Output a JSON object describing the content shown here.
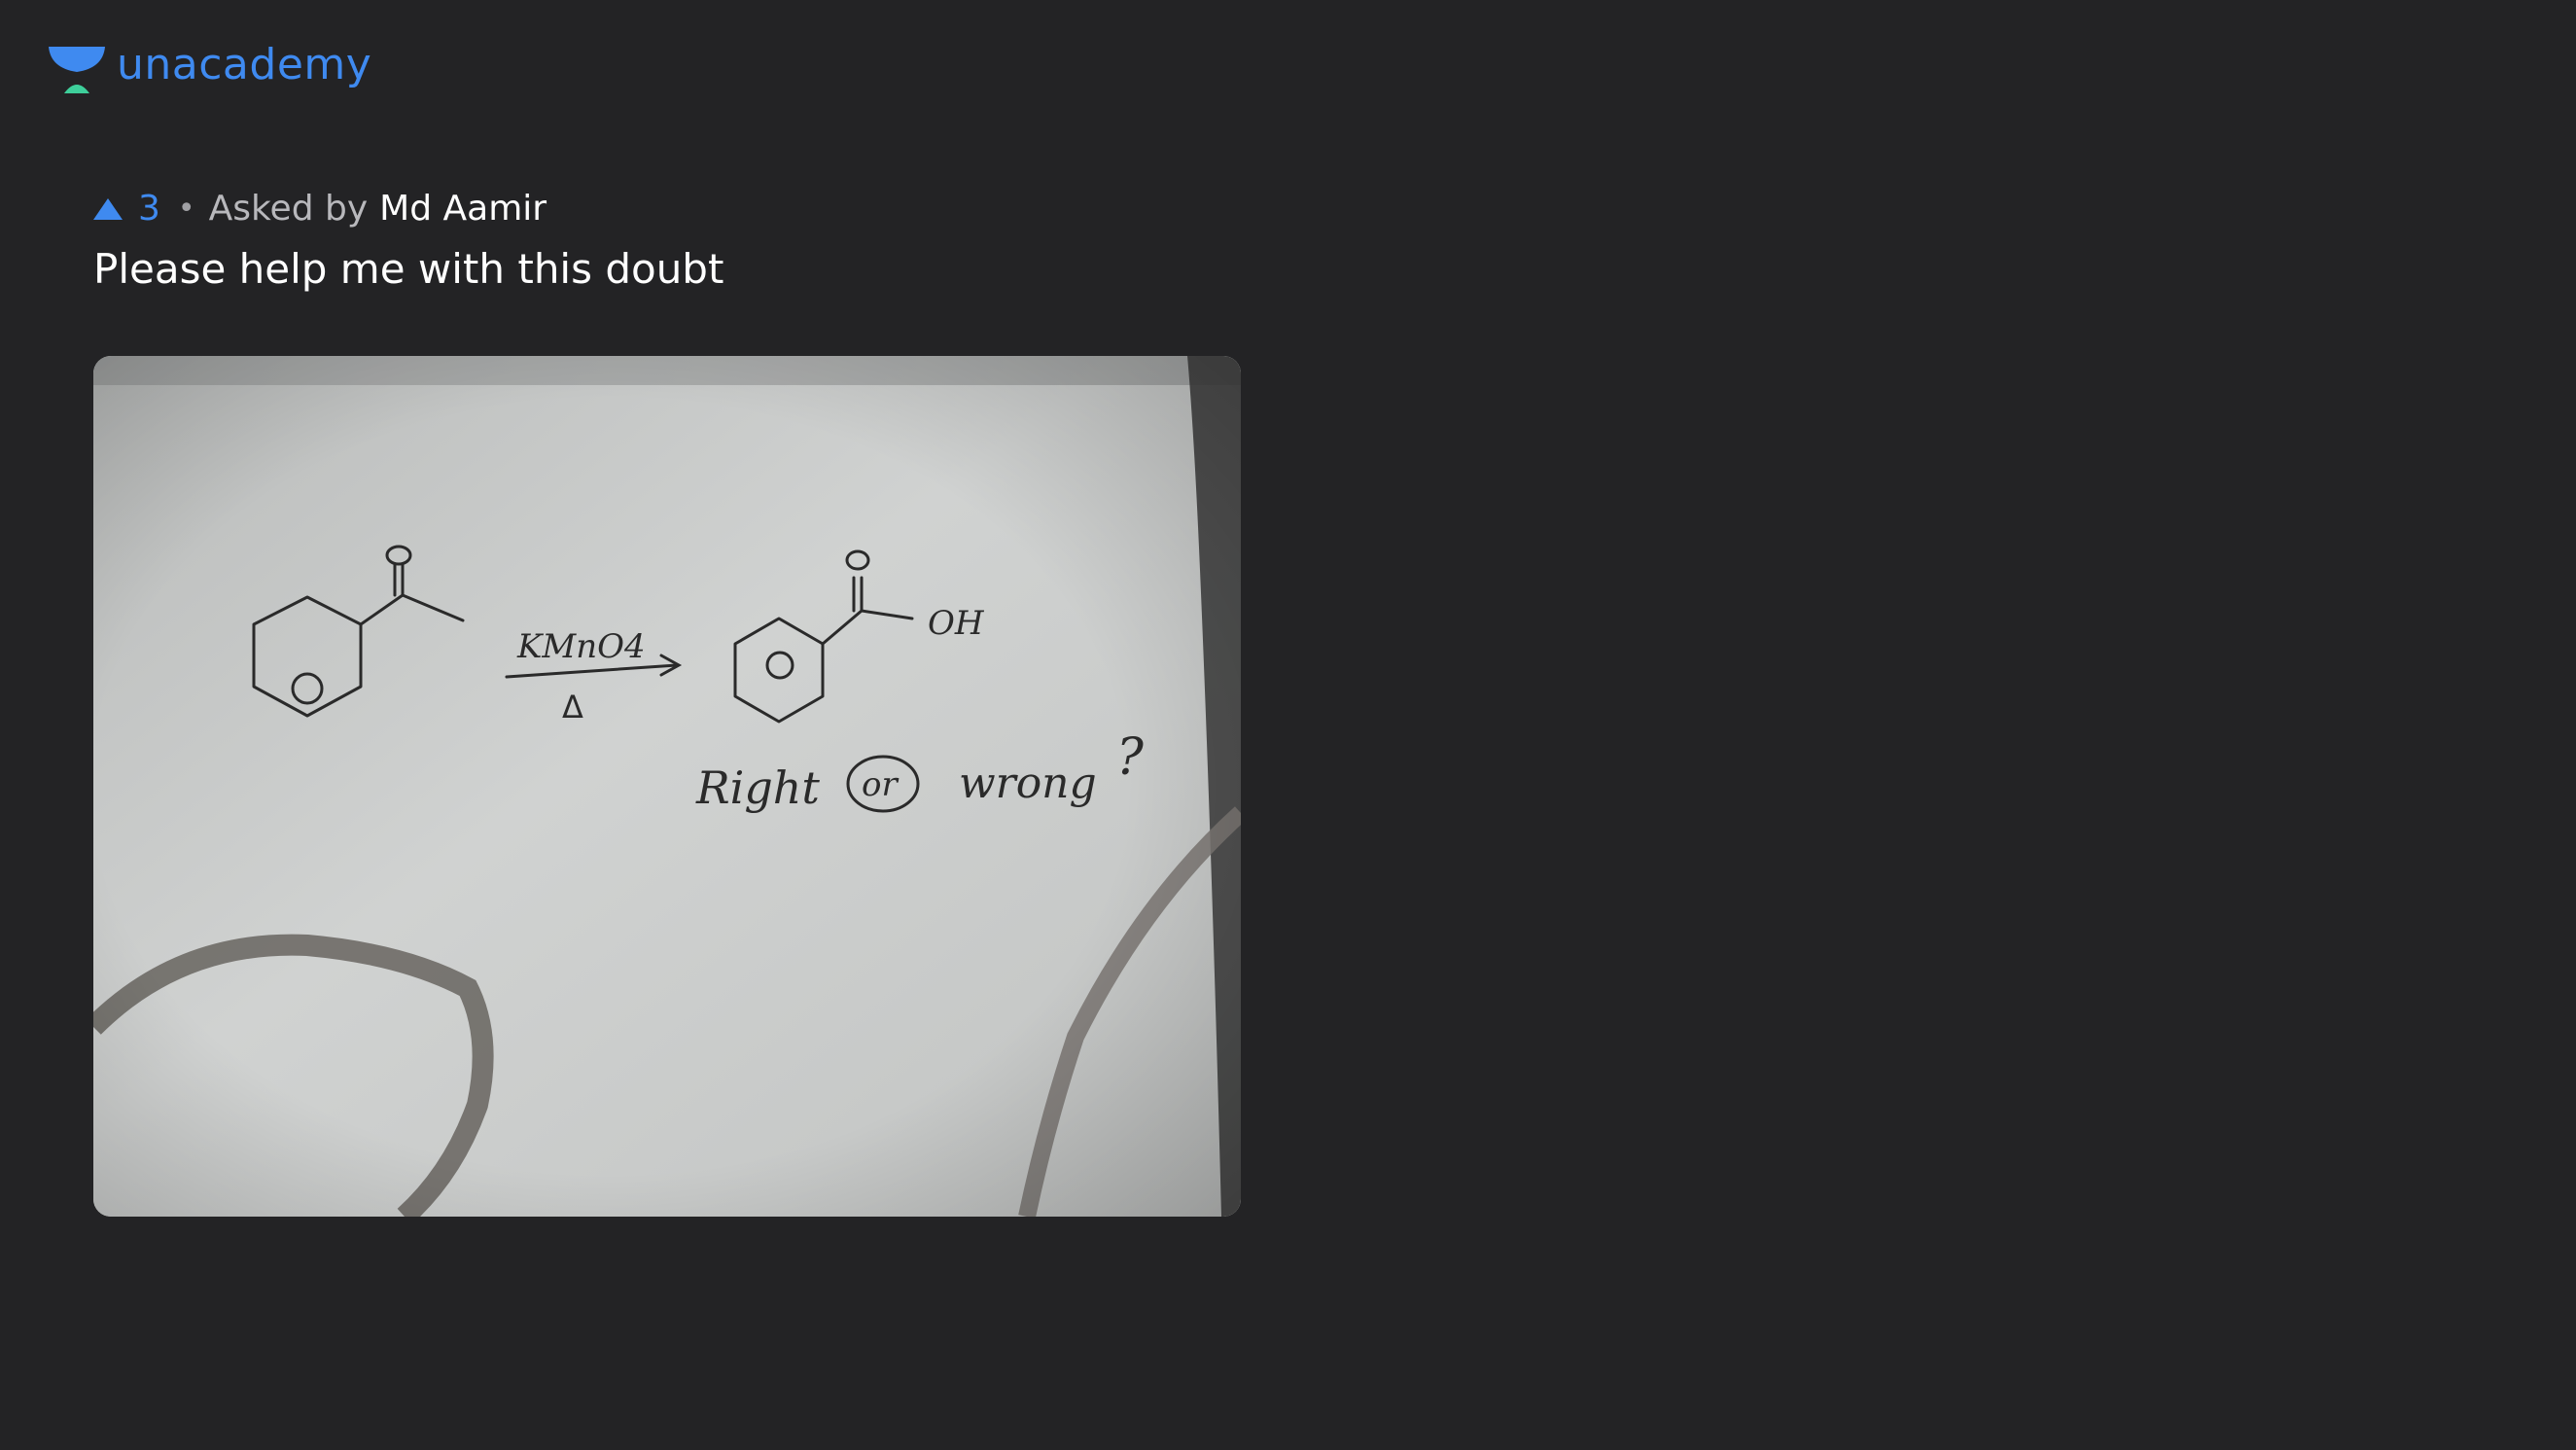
{
  "brand": {
    "name": "unacademy",
    "logo_icon": "unacademy-logo-icon",
    "accent_color": "#3f8af0",
    "logo_color": "#3ecf9b"
  },
  "question": {
    "upvote_icon": "upvote-triangle-icon",
    "upvotes": "3",
    "separator": "•",
    "asked_by_label": "Asked by",
    "author": "Md Aamir",
    "text": "Please help me with this doubt"
  },
  "attachment": {
    "kind": "photo",
    "handwriting": {
      "reagent": "KMnO4",
      "condition": "Δ",
      "product_group": "OH",
      "caption": "Right",
      "circled_word": "or",
      "caption_tail": "wrong",
      "question_mark": "?"
    }
  }
}
